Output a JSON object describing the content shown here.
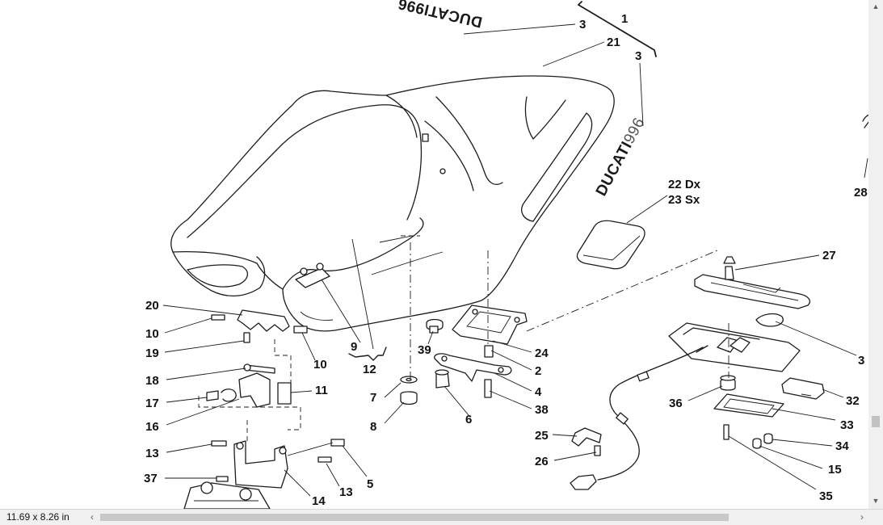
{
  "branding": {
    "rear_mirror": "DUCATI996",
    "side_bold": "DUCATI",
    "side_light": "996"
  },
  "labels": {
    "l1": "1",
    "l3a": "3",
    "l21": "21",
    "l3b": "3",
    "l22": "22 Dx",
    "l23": "23 Sx",
    "l27": "27",
    "l28": "28",
    "l20": "20",
    "l10a": "10",
    "l19": "19",
    "l10b": "10",
    "l9": "9",
    "l12": "12",
    "l39": "39",
    "l24": "24",
    "l2": "2",
    "l4": "4",
    "l38": "38",
    "l6": "6",
    "l7": "7",
    "l8": "8",
    "l18": "18",
    "l11": "11",
    "l17": "17",
    "l16": "16",
    "l13a": "13",
    "l5": "5",
    "l13b": "13",
    "l37": "37",
    "l14": "14",
    "l36": "36",
    "l25": "25",
    "l26": "26",
    "l3c": "3",
    "l32": "32",
    "l33": "33",
    "l34": "34",
    "l15": "15",
    "l35": "35"
  },
  "status": {
    "page_size": "11.69 x 8.26 in"
  },
  "scrollbar_icons": {
    "up": "chevron-up-icon",
    "down": "chevron-down-icon",
    "left": "chevron-left-icon",
    "right": "chevron-right-icon"
  }
}
